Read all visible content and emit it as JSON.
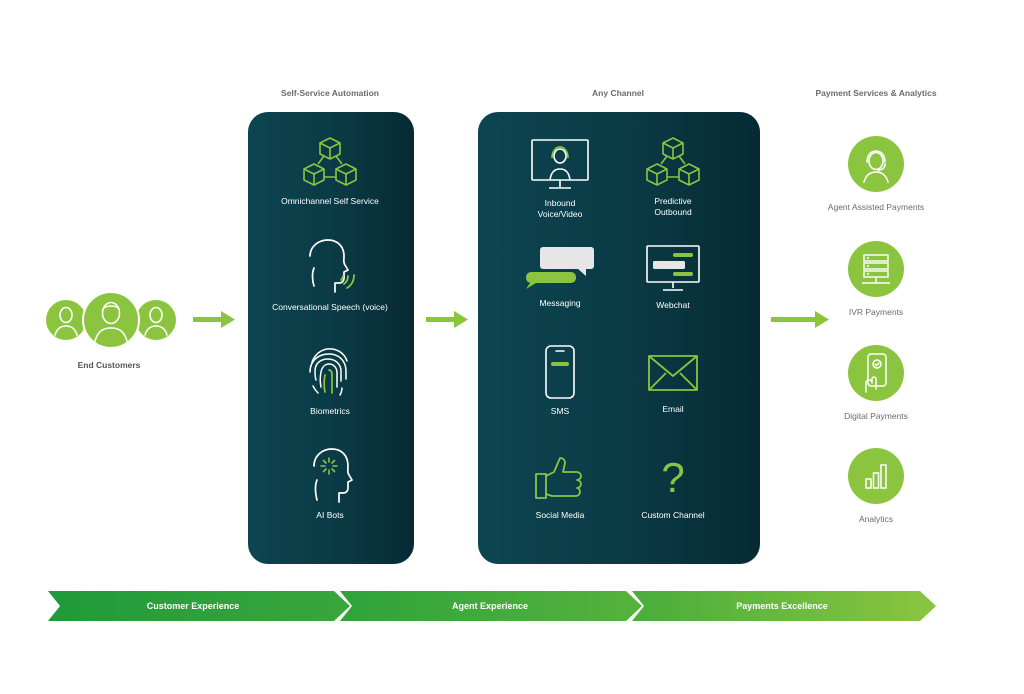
{
  "headings": {
    "self_service": "Self-Service Automation",
    "any_channel": "Any Channel",
    "payment": "Payment Services & Analytics"
  },
  "end_customers": {
    "label": "End Customers"
  },
  "self_service_items": [
    {
      "label": "Omnichannel Self Service",
      "icon": "cubes-icon"
    },
    {
      "label": "Conversational Speech (voice)",
      "icon": "speaking-head-icon"
    },
    {
      "label": "Biometrics",
      "icon": "fingerprint-icon"
    },
    {
      "label": "AI Bots",
      "icon": "ai-head-icon"
    }
  ],
  "channel_items": [
    {
      "label": "Inbound\nVoice/Video",
      "icon": "video-agent-icon"
    },
    {
      "label": "Predictive\nOutbound",
      "icon": "cubes-icon"
    },
    {
      "label": "Messaging",
      "icon": "chat-bubbles-icon"
    },
    {
      "label": "Webchat",
      "icon": "monitor-chat-icon"
    },
    {
      "label": "SMS",
      "icon": "smartphone-icon"
    },
    {
      "label": "Email",
      "icon": "envelope-icon"
    },
    {
      "label": "Social Media",
      "icon": "thumbs-up-icon"
    },
    {
      "label": "Custom Channel",
      "icon": "question-mark-icon"
    }
  ],
  "payment_items": [
    {
      "label": "Agent Assisted Payments",
      "icon": "agent-headset-icon"
    },
    {
      "label": "IVR Payments",
      "icon": "server-rack-icon"
    },
    {
      "label": "Digital Payments",
      "icon": "phone-tap-icon"
    },
    {
      "label": "Analytics",
      "icon": "bar-chart-icon"
    }
  ],
  "banner": [
    "Customer Experience",
    "Agent Experience",
    "Payments Excellence"
  ],
  "colors": {
    "accent": "#8bc53f",
    "panel": "#0a3a45",
    "banner_start": "#1f9a3a",
    "banner_end": "#8bc53f"
  }
}
